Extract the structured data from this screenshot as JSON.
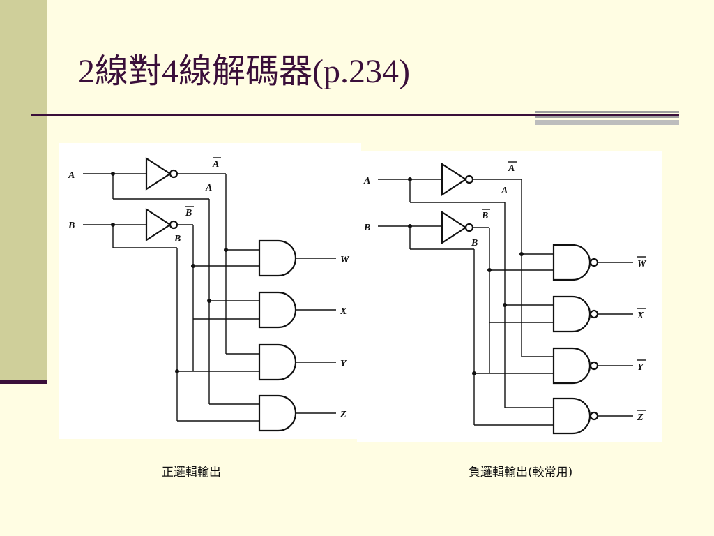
{
  "slide": {
    "title": "2線對4線解碼器(p.234)"
  },
  "positive": {
    "caption": "正邏輯輸出",
    "input_a": "A",
    "input_b": "B",
    "inv_a": "A",
    "inv_b": "B",
    "tap_a": "A",
    "tap_b": "B",
    "outputs": [
      "W",
      "X",
      "Y",
      "Z"
    ]
  },
  "negative": {
    "caption": "負邏輯輸出(較常用)",
    "input_a": "A",
    "input_b": "B",
    "inv_a": "A",
    "inv_b": "B",
    "tap_a": "A",
    "tap_b": "B",
    "outputs": [
      "W",
      "X",
      "Y",
      "Z"
    ]
  },
  "colors": {
    "background": "#fffde3",
    "sidebar": "#cfcf9a",
    "accent": "#3a0f3a"
  }
}
